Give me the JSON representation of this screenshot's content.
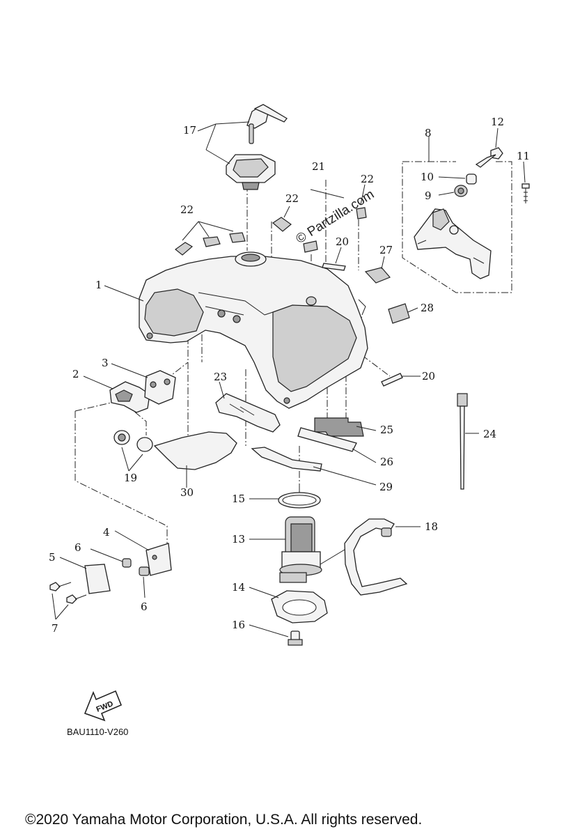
{
  "watermark": "© Partzilla.com",
  "diagram_code": "BAU1110-V260",
  "fwd_label": "FWD",
  "copyright": "©2020 Yamaha Motor Corporation, U.S.A. All rights reserved.",
  "callouts": {
    "c1": "1",
    "c2": "2",
    "c3": "3",
    "c4": "4",
    "c5": "5",
    "c6a": "6",
    "c6b": "6",
    "c7": "7",
    "c8": "8",
    "c9": "9",
    "c10": "10",
    "c11": "11",
    "c12": "12",
    "c13": "13",
    "c14": "14",
    "c15": "15",
    "c16": "16",
    "c17": "17",
    "c18": "18",
    "c19": "19",
    "c20a": "20",
    "c20b": "20",
    "c21": "21",
    "c22a": "22",
    "c22b": "22",
    "c22c": "22",
    "c23": "23",
    "c24": "24",
    "c25": "25",
    "c26": "26",
    "c27": "27",
    "c28": "28",
    "c29": "29",
    "c30": "30"
  }
}
